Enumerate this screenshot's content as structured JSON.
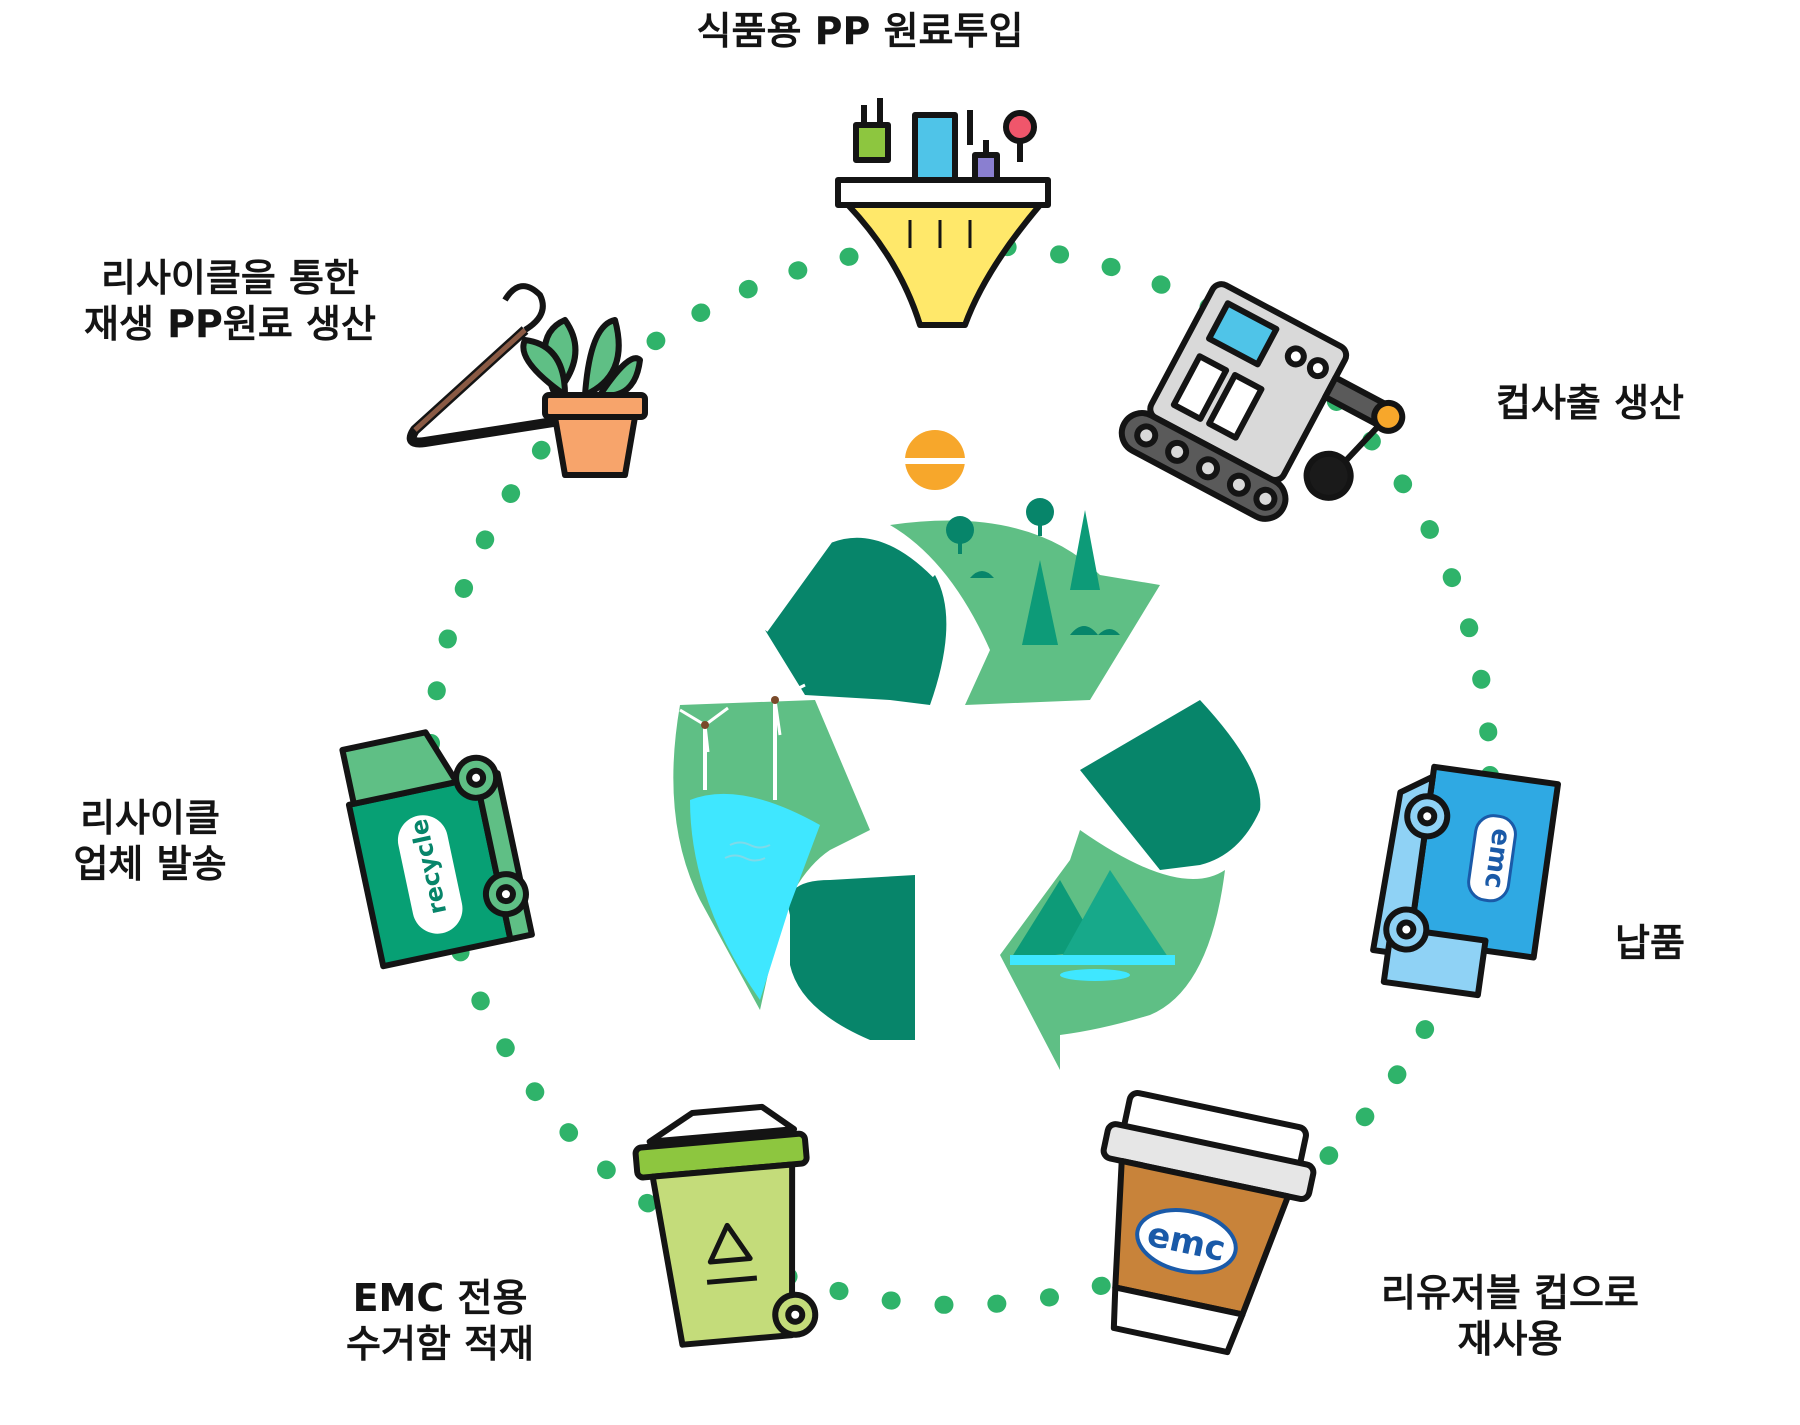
{
  "title": "",
  "steps": [
    {
      "id": "input",
      "lines": [
        "식품용 PP 원료투입"
      ],
      "icon": "funnel-icon"
    },
    {
      "id": "produce",
      "lines": [
        "컵사출 생산"
      ],
      "icon": "injection-machine-icon"
    },
    {
      "id": "deliver",
      "lines": [
        "납품"
      ],
      "icon": "blue-delivery-truck-icon"
    },
    {
      "id": "reuse",
      "lines": [
        "리유저블 컵으로",
        "재사용"
      ],
      "icon": "reusable-cup-icon"
    },
    {
      "id": "collect",
      "lines": [
        "EMC 전용",
        "수거함 적재"
      ],
      "icon": "recycle-bin-icon"
    },
    {
      "id": "ship",
      "lines": [
        "리사이클",
        "업체 발송"
      ],
      "icon": "green-recycle-truck-icon"
    },
    {
      "id": "regen",
      "lines": [
        "리사이클을 통한",
        "재생 PP원료 생산"
      ],
      "icon": "hanger-plant-icon"
    }
  ],
  "icon_texts": {
    "truck_side": "recycle",
    "brand": "emc"
  },
  "colors": {
    "dots": "#2fb36a",
    "dark_green": "#07856a",
    "light_green": "#5fbf85",
    "water": "#3fe7ff",
    "sun": "#f7a72b",
    "outline": "#141414"
  }
}
